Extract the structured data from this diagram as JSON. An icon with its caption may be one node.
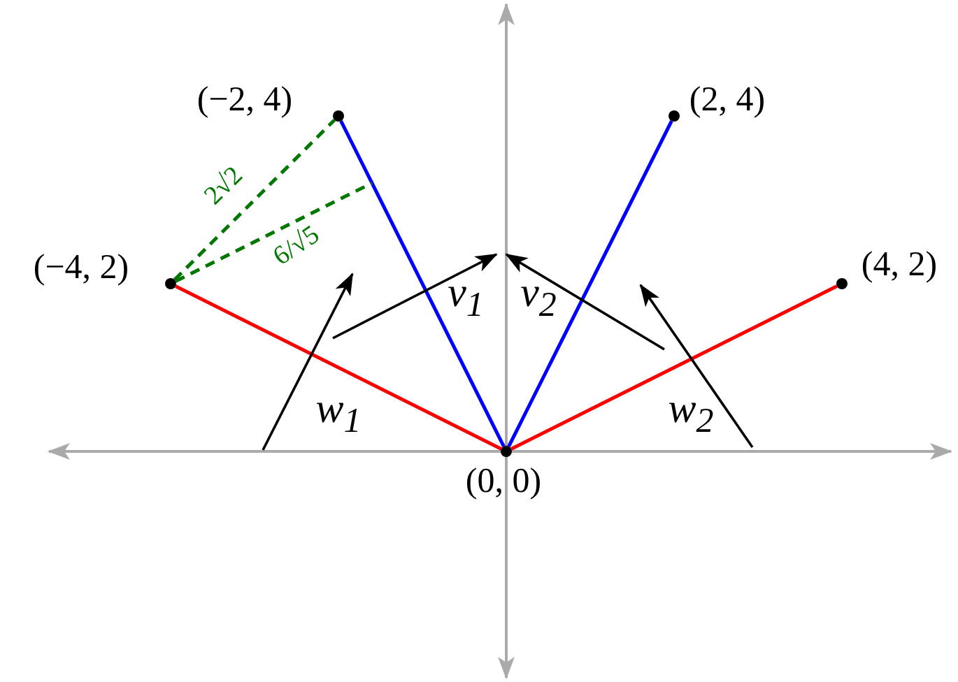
{
  "diagram": {
    "nodes": [
      {
        "text": [],
        "shape": "circle",
        "beside": [
          "(−2, 4)"
        ]
      },
      {
        "text": [],
        "shape": "circle",
        "beside": [
          "(2, 4)"
        ]
      },
      {
        "text": [],
        "shape": "circle",
        "beside": [
          "(−4, 2)"
        ]
      },
      {
        "text": [],
        "shape": "circle",
        "beside": [
          "(4, 2)"
        ]
      },
      {
        "text": [],
        "shape": "circle",
        "beside": [
          "(0, 0)"
        ]
      }
    ],
    "edges": [
      {
        "from": 4,
        "to": 0,
        "arrow": "none",
        "color": "#0000ff"
      },
      {
        "from": 4,
        "to": 1,
        "arrow": "none",
        "color": "#0000ff"
      },
      {
        "from": 4,
        "to": 2,
        "arrow": "none",
        "color": "#ff0000"
      },
      {
        "from": 4,
        "to": 3,
        "arrow": "none",
        "color": "#ff0000"
      },
      {
        "from": 2,
        "to": 0,
        "arrow": "none",
        "style": "dashed",
        "color": "#007700",
        "label": "2√2"
      },
      {
        "from": 2,
        "to": null,
        "arrow": "none",
        "style": "dashed",
        "color": "#007700",
        "label": "6/√5"
      }
    ],
    "labels": [
      "v$_{1}$",
      "v$_{2}$",
      "w$_{1}$",
      "w$_{2}$"
    ]
  }
}
